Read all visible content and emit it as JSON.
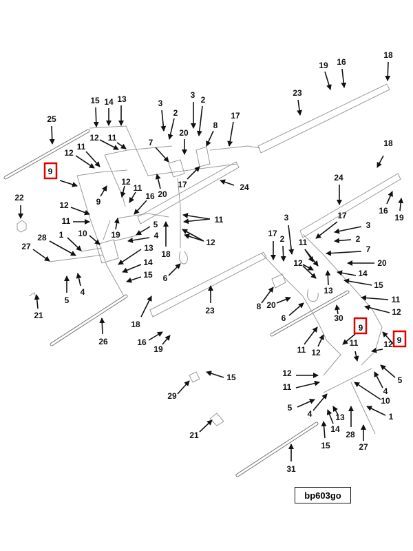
{
  "diagram_ref": "bp603go",
  "highlight_color": "#e00000",
  "highlighted_callout": "9",
  "callouts": [
    "18",
    "19",
    "16",
    "23",
    "25",
    "15",
    "14",
    "13",
    "12",
    "11",
    "12",
    "11",
    "9",
    "9",
    "12",
    "11",
    "20",
    "16",
    "19",
    "12",
    "11",
    "10",
    "1",
    "28",
    "27",
    "22",
    "5",
    "4",
    "21",
    "13",
    "14",
    "15",
    "5",
    "4",
    "18",
    "6",
    "11",
    "12",
    "24",
    "17",
    "7",
    "3",
    "2",
    "20",
    "3",
    "2",
    "8",
    "17",
    "23",
    "18",
    "16",
    "19",
    "26",
    "18",
    "24",
    "16",
    "19",
    "17",
    "3",
    "2",
    "7",
    "20",
    "14",
    "15",
    "11",
    "12",
    "3",
    "17",
    "2",
    "11",
    "12",
    "13",
    "8",
    "20",
    "6",
    "30",
    "9",
    "9",
    "11",
    "12",
    "11",
    "12",
    "12",
    "11",
    "5",
    "4",
    "10",
    "5",
    "4",
    "13",
    "14",
    "1",
    "28",
    "27",
    "15",
    "29",
    "15",
    "21",
    "31"
  ]
}
